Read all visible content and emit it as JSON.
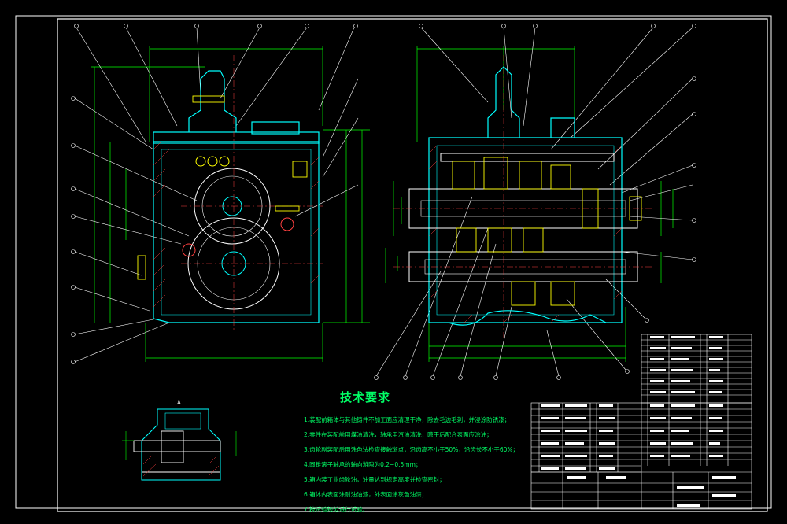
{
  "drawing": {
    "section_label": "A",
    "tech_requirements": {
      "title": "技术要求",
      "items": [
        "1.装配前箱体与其他铸件不加工面应清理干净，除去毛边毛刺，并浸涂防锈漆；",
        "2.零件在装配前用煤油清洗，轴承用汽油清洗，晾干后配合表面应涂油；",
        "3.齿轮副装配后用涂色法检查接触斑点，沿齿高不小于50%，沿齿长不小于60%；",
        "4.圆锥滚子轴承的轴向游隙为0.2~0.5mm；",
        "5.箱内装工业齿轮油，油量达到规定高度并检查密封；",
        "6.箱体内表面涂耐油油漆，外表面涂灰色油漆；",
        "7.按试验规范进行试验。"
      ]
    }
  },
  "colors": {
    "background": "#000000",
    "outline": "#ffffff",
    "section": "#00ffff",
    "dimension": "#00ff00",
    "part": "#ffff00",
    "hatch": "#ff4040",
    "text": "#00ff66"
  }
}
